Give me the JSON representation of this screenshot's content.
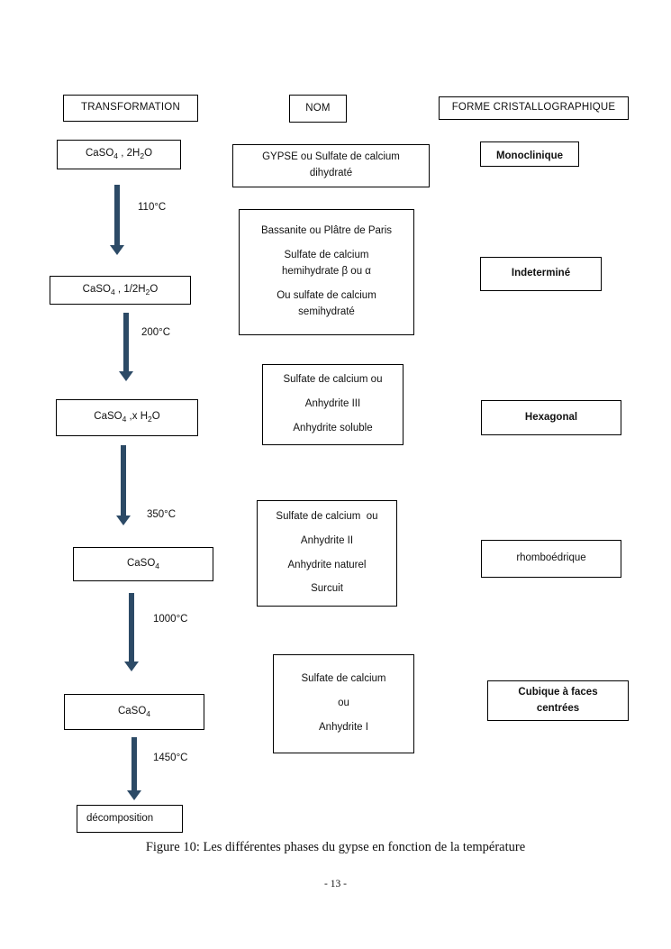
{
  "figure": {
    "caption": "Figure 10: Les différentes phases du gypse en fonction de la température",
    "page_number": "- 13 -",
    "arrow_color": "#2c4a66"
  },
  "headers": {
    "transformation": "TRANSFORMATION",
    "nom": "NOM",
    "forme": "FORME CRISTALLOGRAPHIQUE"
  },
  "transformation_steps": [
    {
      "formula_html": "CaSO<sub class=\"sub\">4</sub> , 2H<sub class=\"sub\">2</sub>O",
      "formula_text": "CaSO4 , 2H2O"
    },
    {
      "formula_html": "CaSO<sub class=\"sub\">4</sub> , 1/2H<sub class=\"sub\">2</sub>O",
      "formula_text": "CaSO4 , 1/2H2O"
    },
    {
      "formula_html": "CaSO<sub class=\"sub\">4</sub> ,x H<sub class=\"sub\">2</sub>O",
      "formula_text": "CaSO4 ,x H2O"
    },
    {
      "formula_html": "CaSO<sub class=\"sub\">4</sub>",
      "formula_text": "CaSO4"
    },
    {
      "formula_html": "CaSO<sub class=\"sub\">4</sub>",
      "formula_text": "CaSO4"
    },
    {
      "formula_html": "décomposition",
      "formula_text": "décomposition"
    }
  ],
  "temperatures": [
    "110°C",
    "200°C",
    "350°C",
    "1000°C",
    "1450°C"
  ],
  "names": [
    {
      "lines": [
        "GYPSE ou Sulfate de calcium",
        "dihydraté"
      ],
      "groups": [
        [
          "GYPSE ou Sulfate de calcium",
          "dihydraté"
        ]
      ]
    },
    {
      "lines": [
        "Bassanite ou Plâtre de Paris",
        "Sulfate de calcium",
        "hemihydrate β ou α",
        "Ou sulfate de calcium",
        "semihydraté"
      ],
      "groups": [
        [
          "Bassanite ou Plâtre de Paris"
        ],
        [
          "Sulfate de calcium",
          "hemihydrate β ou α"
        ],
        [
          "Ou sulfate de calcium",
          "semihydraté"
        ]
      ]
    },
    {
      "lines": [
        "Sulfate de calcium ou",
        "Anhydrite III",
        "Anhydrite soluble"
      ],
      "groups": [
        [
          "Sulfate de calcium ou"
        ],
        [
          "Anhydrite III"
        ],
        [
          "Anhydrite soluble"
        ]
      ]
    },
    {
      "lines": [
        "Sulfate de calcium  ou",
        "Anhydrite II",
        "Anhydrite naturel",
        "Surcuit"
      ],
      "groups": [
        [
          "Sulfate de calcium  ou"
        ],
        [
          "Anhydrite II"
        ],
        [
          "Anhydrite naturel"
        ],
        [
          "Surcuit"
        ]
      ]
    },
    {
      "lines": [
        "Sulfate de calcium",
        "ou",
        "Anhydrite I"
      ],
      "groups": [
        [
          "Sulfate de calcium"
        ],
        [
          "ou"
        ],
        [
          "Anhydrite I"
        ]
      ]
    }
  ],
  "crystal_forms": [
    {
      "label": "Monoclinique",
      "bold": true
    },
    {
      "label": "Indeterminé",
      "bold": true
    },
    {
      "label": "Hexagonal",
      "bold": true
    },
    {
      "label": "rhomboédrique",
      "bold": false
    },
    {
      "label": "Cubique à faces centrées",
      "bold": true,
      "lines": [
        "Cubique à faces",
        "centrées"
      ]
    }
  ]
}
